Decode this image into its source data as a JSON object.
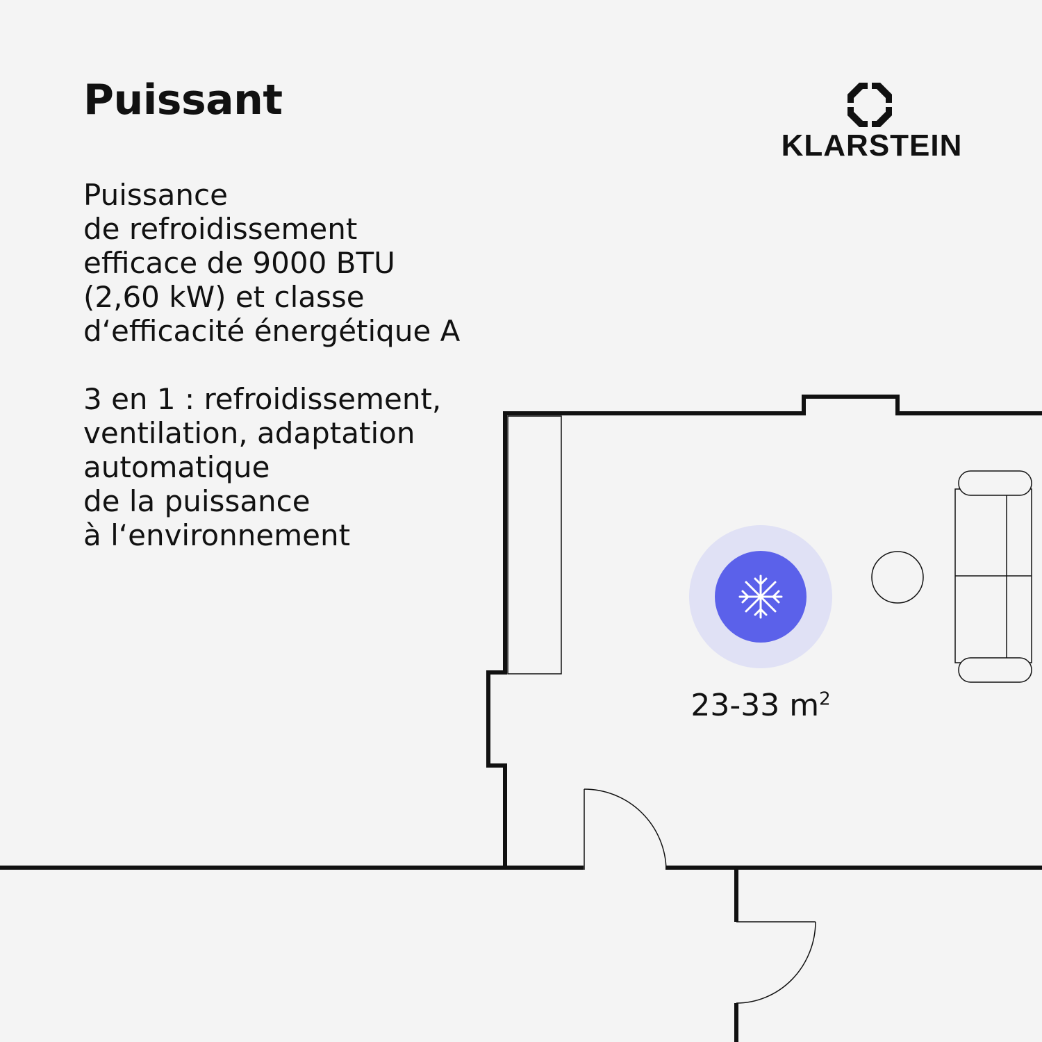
{
  "heading": "Puissant",
  "description_1": [
    "Puissance",
    "de refroidissement",
    "efficace de 9000 BTU",
    "(2,60 kW) et classe",
    "d‘efficacité énergétique A"
  ],
  "description_2": [
    "3 en 1 : refroidissement,",
    "ventilation, adaptation",
    "automatique",
    "de la puissance",
    "à l‘environnement"
  ],
  "brand": {
    "name": "KLARSTEIN",
    "logo_icon": "klarstein-octagon-logo"
  },
  "coverage": {
    "value": "23-33 m",
    "unit_superscript": "2"
  },
  "icons": {
    "cooling": "snowflake-icon"
  },
  "colors": {
    "background": "#f4f4f4",
    "accent": "#5b61ea",
    "accent_halo": "#e0e1f5",
    "line": "#111111"
  }
}
